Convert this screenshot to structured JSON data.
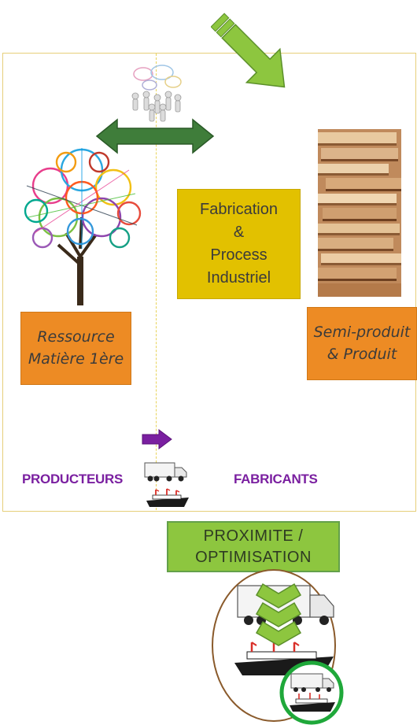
{
  "boxes": {
    "ressource": "Ressource\nMatière 1ère",
    "fabrication": "Fabrication\n&\nProcess\nIndustriel",
    "semi_produit": "Semi-produit\n& Produit",
    "proximite": "PROXIMITE /\nOPTIMISATION"
  },
  "labels": {
    "producteurs": "PRODUCTEURS",
    "fabricants": "FABRICANTS"
  },
  "icons": [
    "big-green-arrow-icon",
    "people-discussion-icon",
    "double-arrow-icon",
    "tree-icon",
    "plywood-stack-icon",
    "purple-arrow-icon",
    "truck-icon",
    "ship-icon",
    "chevrons-down-icon"
  ],
  "colors": {
    "orange": "#ed8b24",
    "yellow": "#e2c100",
    "green": "#8dc63f",
    "purple": "#7a1fa0",
    "frame": "#e6cf7a",
    "circle_green": "#1fa83a",
    "circle_brown": "#8a5a2b"
  }
}
